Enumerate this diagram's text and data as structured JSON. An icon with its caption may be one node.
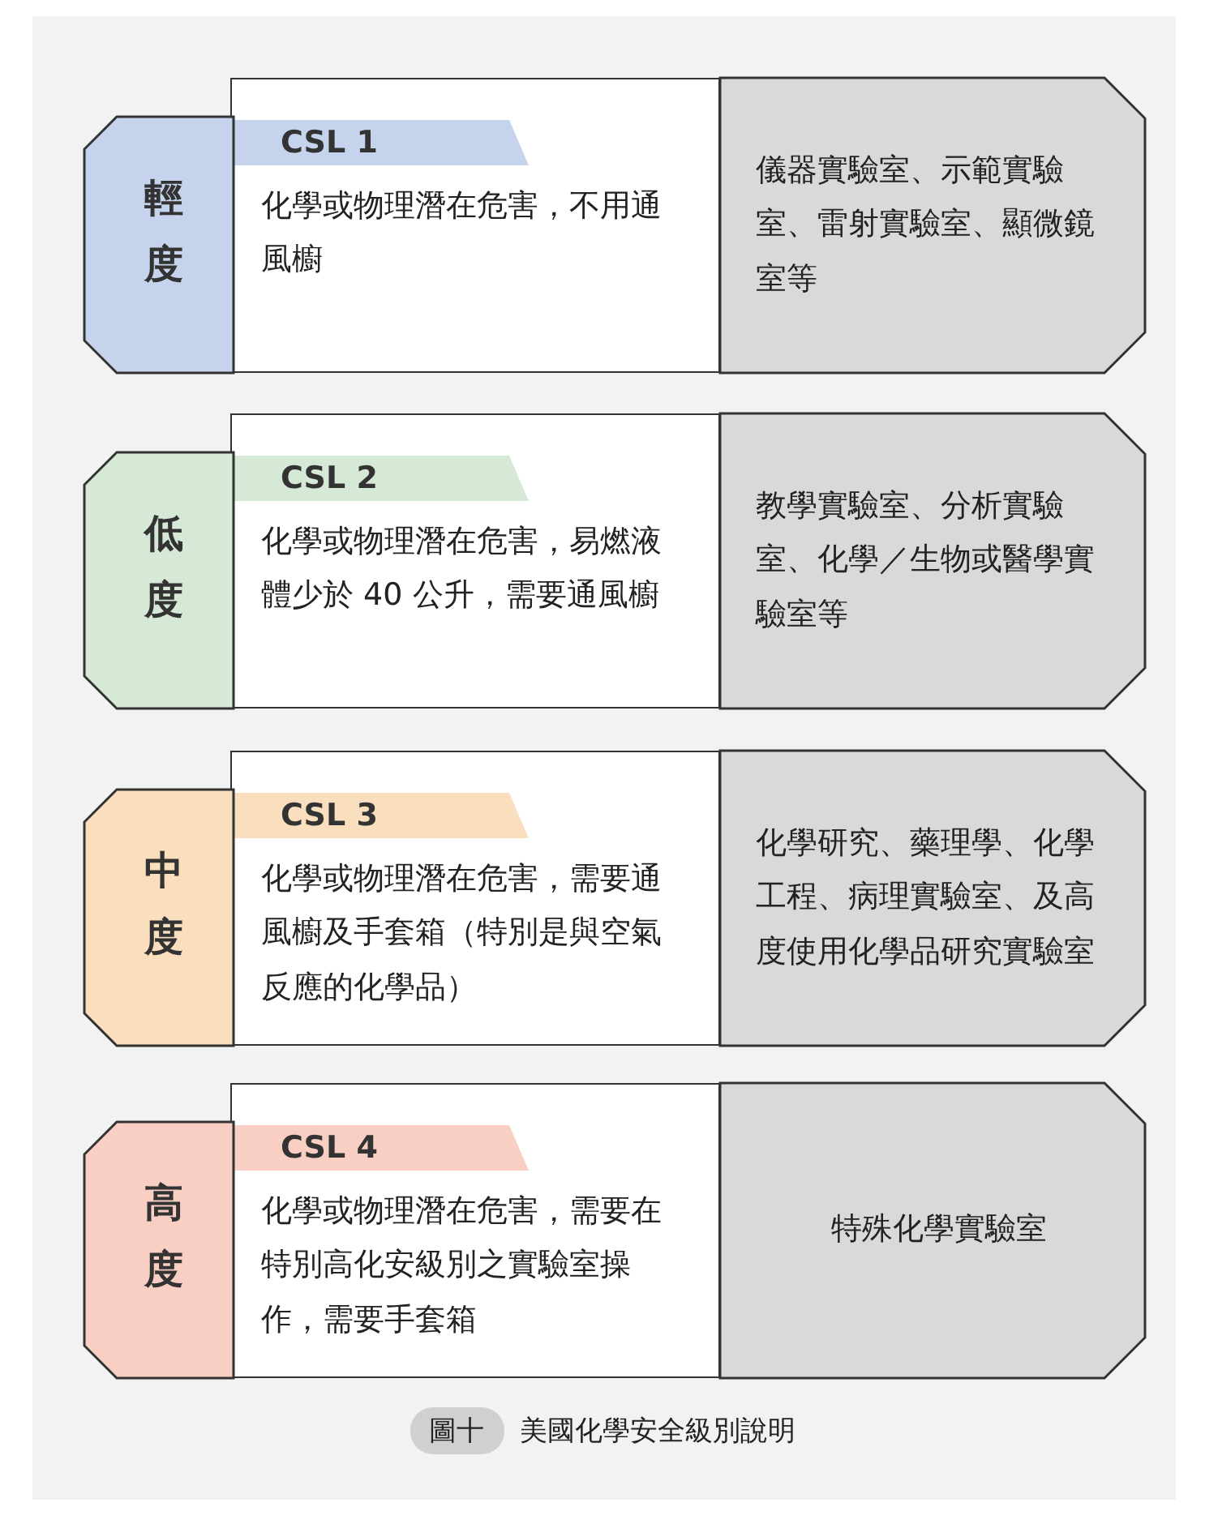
{
  "diagram": {
    "caption": "美國化學安全級別說明",
    "nodes": [
      {
        "text": [
          "輕度"
        ]
      },
      {
        "text": [
          "CSL 1",
          "化學或物理潛在危害，不用通風櫥"
        ]
      },
      {
        "text": [
          "儀器實驗室、示範實驗室、雷射實驗室、顯微鏡室等"
        ]
      },
      {
        "text": [
          "低度"
        ]
      },
      {
        "text": [
          "CSL 2",
          "化學或物理潛在危害，易燃液體少於 40 公升，需要通風櫥"
        ]
      },
      {
        "text": [
          "教學實驗室、分析實驗室、化學／生物或醫學實驗室等"
        ]
      },
      {
        "text": [
          "中度"
        ]
      },
      {
        "text": [
          "CSL 3",
          "化學或物理潛在危害，需要通風櫥及手套箱（特別是與空氣反應的化學品）"
        ]
      },
      {
        "text": [
          "化學研究、藥理學、化學工程、病理實驗室、及高度使用化學品研究實驗室"
        ]
      },
      {
        "text": [
          "高度"
        ]
      },
      {
        "text": [
          "CSL 4",
          "化學或物理潛在危害，需要在特別高化安級別之實驗室操作，需要手套箱"
        ]
      },
      {
        "text": [
          "特殊化學實驗室"
        ]
      }
    ],
    "edges": [],
    "labels": [
      "圖十"
    ]
  }
}
